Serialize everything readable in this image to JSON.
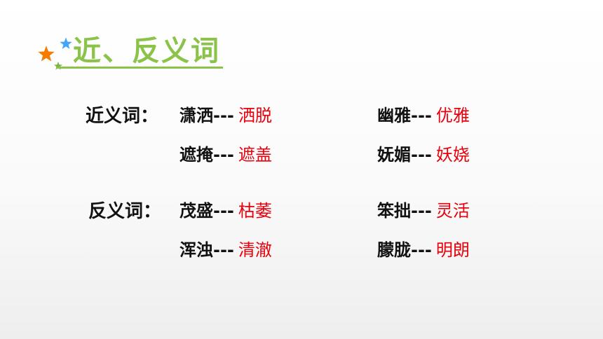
{
  "title": "近、反义词",
  "colors": {
    "accent_green": "#8bc34a",
    "answer_red": "#e8000b",
    "star_orange": "#f57c00",
    "star_blue": "#42a5f5",
    "star_green": "#7cb342"
  },
  "icons": [
    "star-orange-icon",
    "star-blue-icon",
    "star-green-icon"
  ],
  "synonyms": {
    "label": "近义词：",
    "pairs": [
      {
        "word": "潇洒",
        "dash": "---",
        "answer": "洒脱"
      },
      {
        "word": "幽雅",
        "dash": "---",
        "answer": "优雅"
      },
      {
        "word": "遮掩",
        "dash": "---",
        "answer": "遮盖"
      },
      {
        "word": "妩媚",
        "dash": "---",
        "answer": "妖娆"
      }
    ]
  },
  "antonyms": {
    "label": "反义词：",
    "pairs": [
      {
        "word": "茂盛",
        "dash": "---",
        "answer": "枯萎"
      },
      {
        "word": "笨拙",
        "dash": "---",
        "answer": "灵活"
      },
      {
        "word": "浑浊",
        "dash": "---",
        "answer": "清澈"
      },
      {
        "word": "朦胧",
        "dash": "---",
        "answer": "明朗"
      }
    ]
  }
}
